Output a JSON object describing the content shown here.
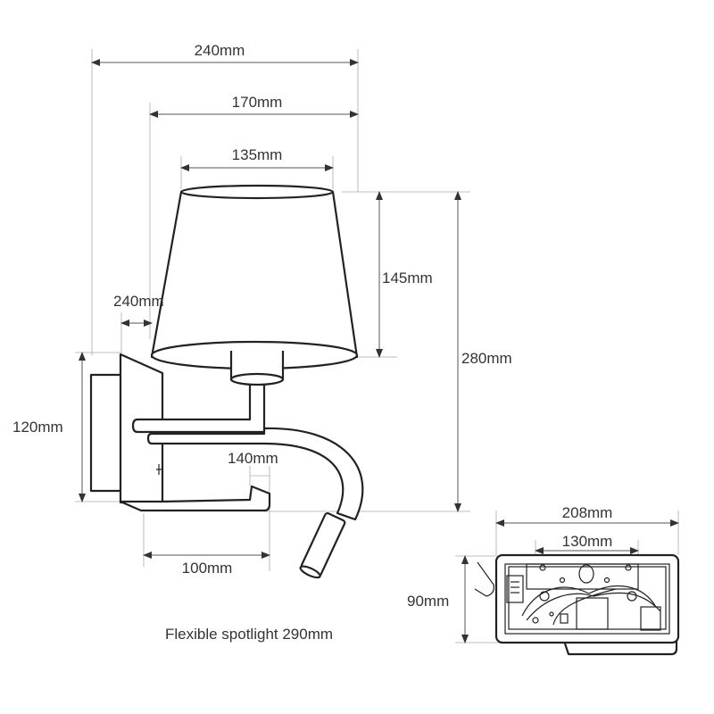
{
  "dimensions": {
    "overall_width": "240mm",
    "arm_reach": "170mm",
    "shade_top_diameter": "135mm",
    "shade_height": "145mm",
    "overall_height": "280mm",
    "wall_plate_depth": "240mm",
    "base_height": "120mm",
    "reading_arm": "140mm",
    "base_depth": "100mm",
    "box_width": "208mm",
    "box_hole_spacing": "130mm",
    "box_height": "90mm"
  },
  "caption": "Flexible spotlight 290mm",
  "colors": {
    "line": "#222222",
    "dimension": "#555555",
    "text": "#333333"
  }
}
